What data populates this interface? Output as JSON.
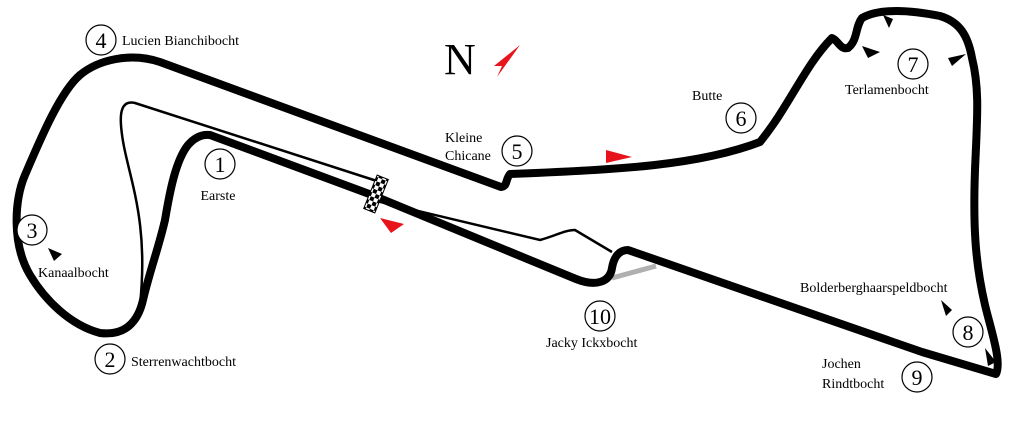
{
  "map": {
    "north_label": "N",
    "colors": {
      "track": "#000000",
      "arrow": "#e8141c",
      "pitlane": "#b0b0b0",
      "background": "#ffffff"
    },
    "corners": [
      {
        "id": "c1",
        "number": "1",
        "name": "Earste"
      },
      {
        "id": "c2",
        "number": "2",
        "name": "Sterrenwachtbocht"
      },
      {
        "id": "c3",
        "number": "3",
        "name": "Kanaalbocht"
      },
      {
        "id": "c4",
        "number": "4",
        "name": "Lucien Bianchibocht"
      },
      {
        "id": "c5",
        "number": "5",
        "name_lines": [
          "Kleine",
          "Chicane"
        ]
      },
      {
        "id": "c6",
        "number": "6",
        "name": "Butte"
      },
      {
        "id": "c7",
        "number": "7",
        "name": "Terlamenbocht"
      },
      {
        "id": "c8",
        "number": "8",
        "name": "Bolderberghaarspeldbocht"
      },
      {
        "id": "c9",
        "number": "9",
        "name_lines": [
          "Jochen",
          "Rindtbocht"
        ]
      },
      {
        "id": "c10",
        "number": "10",
        "name": "Jacky Ickxbocht"
      }
    ]
  }
}
